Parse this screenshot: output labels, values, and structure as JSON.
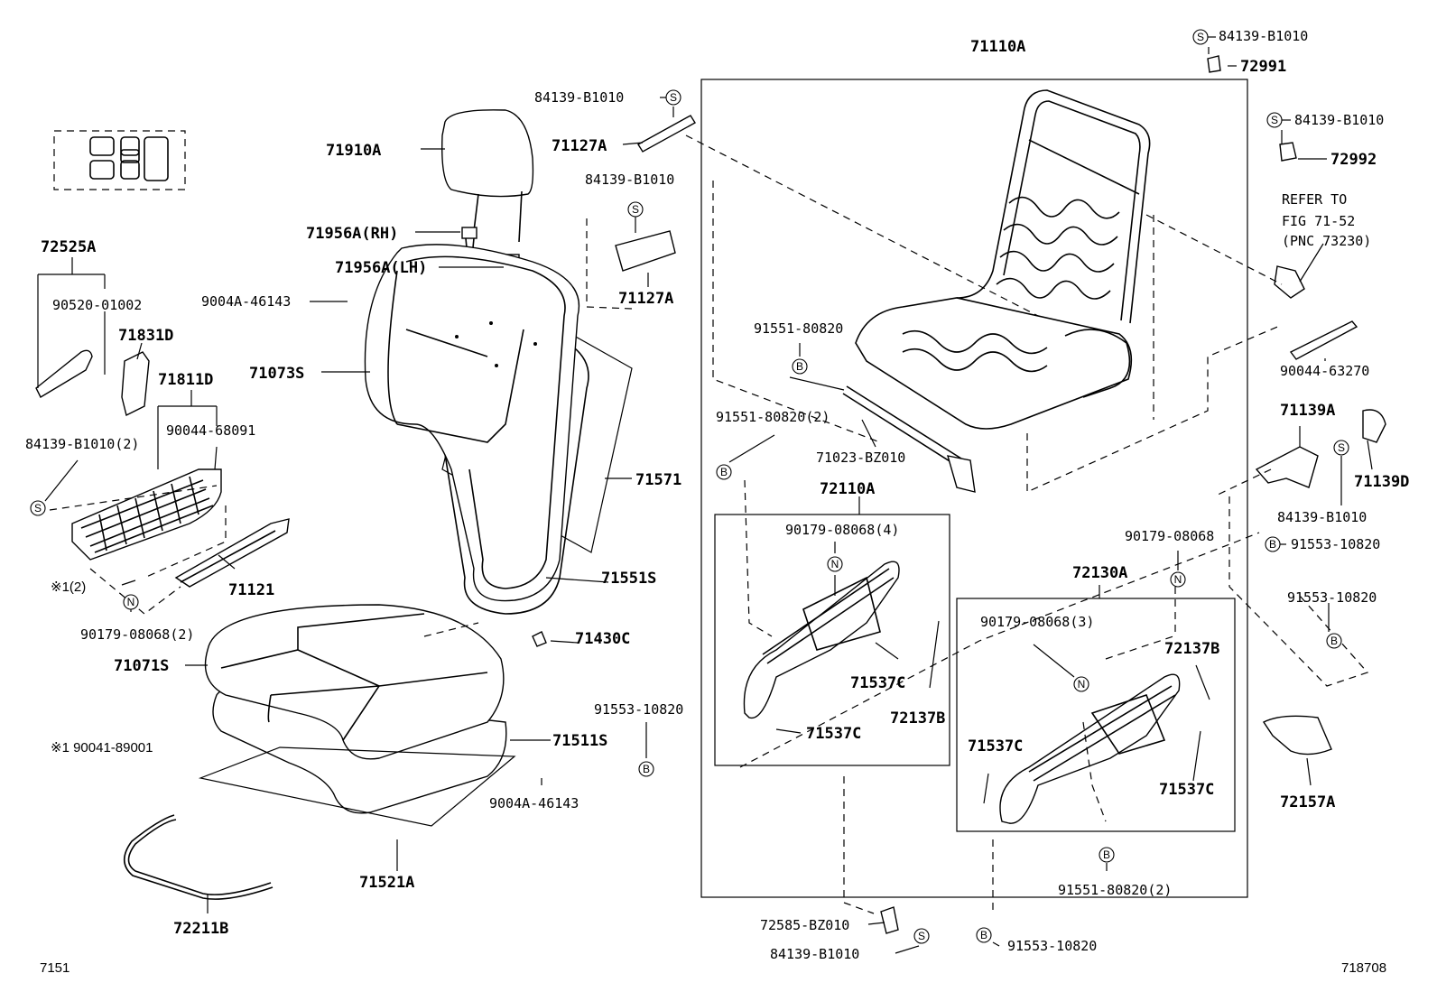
{
  "diagram": {
    "page_code": "7151",
    "figure_code": "718708",
    "circle_markers": {
      "s": "S",
      "b": "B",
      "n": "N"
    },
    "labels": {
      "p71110A": "71110A",
      "p84139_top_right": "84139-B1010",
      "p72991": "72991",
      "p84139_mid_top": "84139-B1010",
      "p71127A_top": "71127A",
      "p84139_mid": "84139-B1010",
      "p71127A_low": "71127A",
      "p84139_right": "84139-B1010",
      "p72992": "72992",
      "refer_to": "REFER TO",
      "fig_ref": "FIG 71-52",
      "pnc_ref": "(PNC 73230)",
      "p90044_63270": "90044-63270",
      "p71139A": "71139A",
      "p71139D": "71139D",
      "p84139_right_low": "84139-B1010",
      "p91553_10820_r1": "91553-10820",
      "p91553_10820_r2": "91553-10820",
      "p72157A": "72157A",
      "p71910A": "71910A",
      "p71956A_RH": "71956A(RH)",
      "p71956A_LH": "71956A(LH)",
      "p9004A_46143_top": "9004A-46143",
      "p72525A": "72525A",
      "p90520_01002": "90520-01002",
      "p71831D": "71831D",
      "p71811D": "71811D",
      "p90044_68091": "90044-68091",
      "p84139_B1010_2": "84139-B1010(2)",
      "p71073S": "71073S",
      "p71571": "71571",
      "p91551_80820_top": "91551-80820",
      "p91551_80820_2_left": "91551-80820(2)",
      "p71023_BZ010": "71023-BZ010",
      "p72110A": "72110A",
      "p90179_08068_4": "90179-08068(4)",
      "p90179_08068": "90179-08068",
      "p72130A": "72130A",
      "p90179_08068_3": "90179-08068(3)",
      "p72137B_right": "72137B",
      "p71537C_a": "71537C",
      "p72137B_mid": "72137B",
      "p71537C_b": "71537C",
      "p71537C_c": "71537C",
      "p71537C_d": "71537C",
      "p71551S": "71551S",
      "p71430C": "71430C",
      "p71121": "71121",
      "x1_2": "※1(2)",
      "p90179_08068_2": "90179-08068(2)",
      "p71071S": "71071S",
      "p91553_10820_mid": "91553-10820",
      "p71511S": "71511S",
      "x1_note": "※1 90041-89001",
      "p9004A_46143_low": "9004A-46143",
      "p71521A": "71521A",
      "p72211B": "72211B",
      "p72585_BZ010": "72585-BZ010",
      "p84139_bottom": "84139-B1010",
      "p91553_10820_bottom": "91553-10820",
      "p91551_80820_2_bottom": "91551-80820(2)"
    }
  }
}
